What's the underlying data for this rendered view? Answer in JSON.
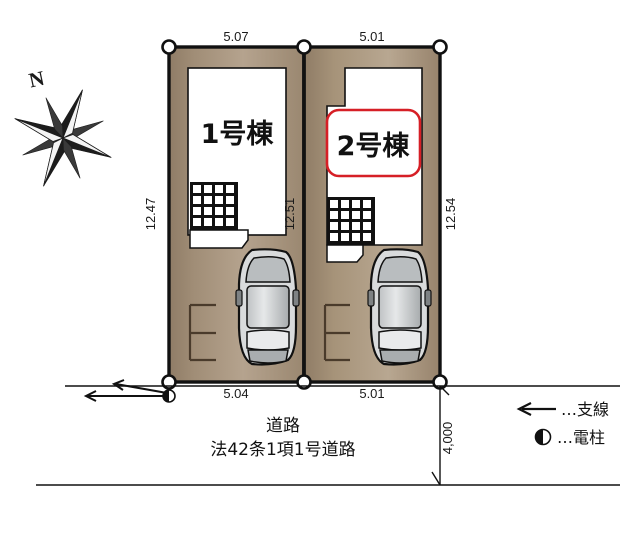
{
  "title": "区画図",
  "compass": {
    "north_label": "N"
  },
  "lots": [
    {
      "id": "lot-1",
      "building_label": "1号棟",
      "highlighted": false,
      "top_dim": "5.07",
      "bottom_dim": "5.04",
      "left_dim": "12.47",
      "right_dim": "12.51"
    },
    {
      "id": "lot-2",
      "building_label": "2号棟",
      "highlighted": true,
      "highlight_color": "#d61f26",
      "top_dim": "5.01",
      "bottom_dim": "5.01",
      "left_dim": "12.51",
      "right_dim": "12.54"
    }
  ],
  "dimensions": {
    "top_left": "5.07",
    "top_right": "5.01",
    "bottom_left": "5.04",
    "bottom_right": "5.01",
    "left_side": "12.47",
    "middle_side": "12.51",
    "right_side": "12.54",
    "road_width": "4,000"
  },
  "road": {
    "label": "道路",
    "spec": "法42条1項1号道路"
  },
  "legend": [
    {
      "symbol": "arrow-left-icon",
      "text": "…支線"
    },
    {
      "symbol": "half-circle-icon",
      "text": "…電柱"
    }
  ],
  "colors": {
    "lot_fill": "#9a8770",
    "lot_fill_light": "#c5b7a4",
    "building_fill": "#ffffff",
    "outline": "#111111",
    "highlight": "#d61f26",
    "car_body": "#cfd1d2",
    "car_dark": "#9a9ea0"
  },
  "icons": {
    "compass_rose": "compass-rose-icon",
    "car": "car-top-view-icon",
    "stairs": "stairs-grid-icon",
    "pole": "utility-pole-icon",
    "guy_wire": "guy-wire-arrow-icon",
    "corner_marker": "survey-corner-marker-icon"
  }
}
